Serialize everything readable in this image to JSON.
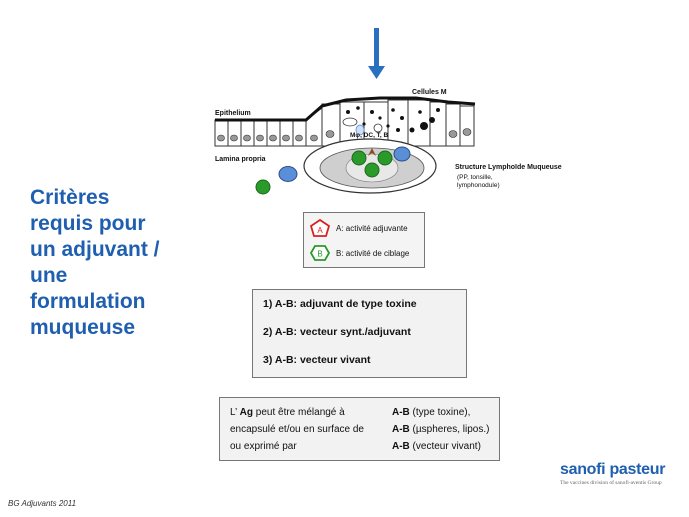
{
  "title_lines": [
    "Critères",
    "requis pour",
    "un adjuvant /",
    "une",
    "formulation",
    "muqueuse"
  ],
  "diagram": {
    "epithelium": "Epithelium",
    "cellules_m": "Cellules M",
    "lamina": "Lamina propria",
    "cells": "Mφ, DC, T, B",
    "structure": "Structure Lymphoïde Muqueuse",
    "structure_detail1": "(PP, tonsille,",
    "structure_detail2": "lymphonodule)"
  },
  "legend": {
    "a_letter": "A",
    "a_label": "A: activité adjuvante",
    "b_letter": "B",
    "b_label": "B: activité de ciblage"
  },
  "criteria": [
    "1)  A-B: adjuvant de type toxine",
    "2)  A-B: vecteur synt./adjuvant",
    "3)  A-B: vecteur vivant"
  ],
  "note": {
    "l1a": "L’ ",
    "l1b": "Ag",
    "l1c": " peut  être mélangé à",
    "l1d": "A-B",
    "l1e": " (type toxine),",
    "l2a": "encapsulé et/ou en surface de ",
    "l2d": "A-B",
    "l2e": " (µspheres, lipos.)",
    "l3a": "ou exprimé par",
    "l3d": "A-B",
    "l3e": " (vecteur vivant)"
  },
  "footer": "BG Adjuvants 2011",
  "logo": {
    "name": "sanofi pasteur",
    "tagline": "The vaccines division of sanofi-aventis Group"
  },
  "colors": {
    "title": "#1f5fb0",
    "arrow": "#2a6fc0",
    "adjuvant_red": "#d62020",
    "targeting_green": "#2a9a2a",
    "cell_blue": "#5a8fd8"
  }
}
